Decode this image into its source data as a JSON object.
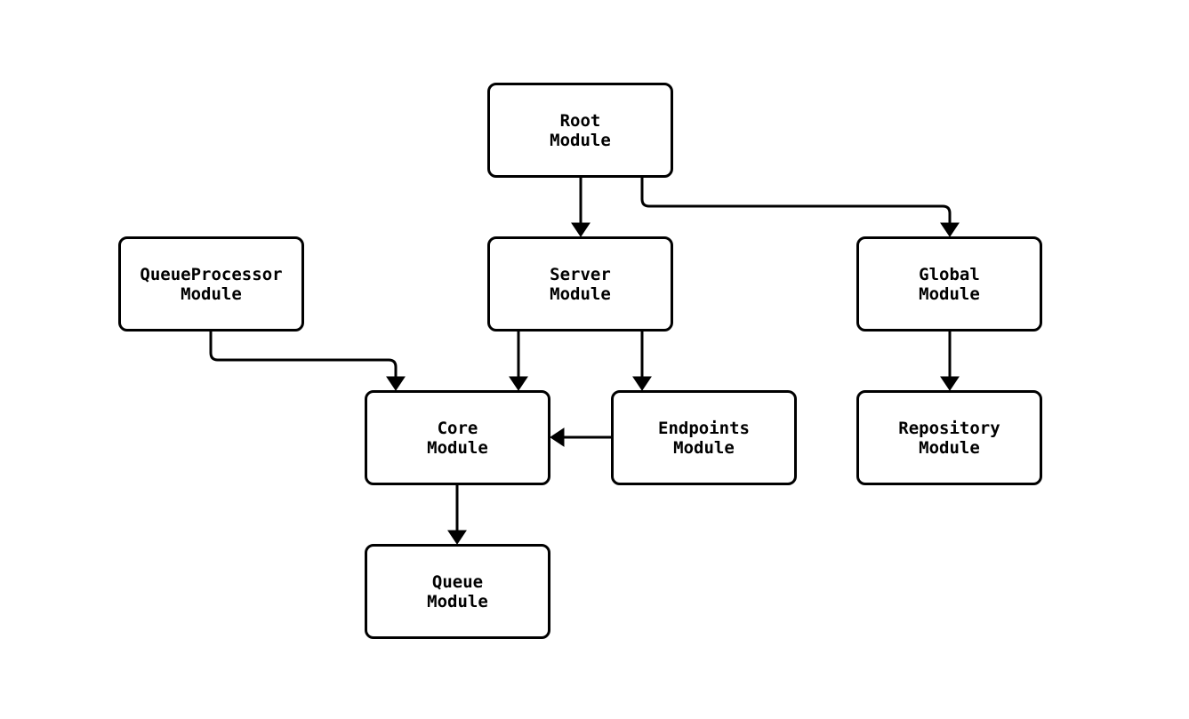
{
  "diagram": {
    "type": "module-dependency-flowchart",
    "colors": {
      "stroke": "#000000",
      "node_fill": "#ffffff",
      "background": "#ffffff",
      "text": "#000000"
    },
    "nodes": {
      "root": {
        "line1": "Root",
        "line2": "Module"
      },
      "queueprocessor": {
        "line1": "QueueProcessor",
        "line2": "Module"
      },
      "server": {
        "line1": "Server",
        "line2": "Module"
      },
      "global": {
        "line1": "Global",
        "line2": "Module"
      },
      "core": {
        "line1": "Core",
        "line2": "Module"
      },
      "endpoints": {
        "line1": "Endpoints",
        "line2": "Module"
      },
      "repository": {
        "line1": "Repository",
        "line2": "Module"
      },
      "queue": {
        "line1": "Queue",
        "line2": "Module"
      }
    },
    "edges": [
      {
        "from": "Root Module",
        "to": "Server Module"
      },
      {
        "from": "Root Module",
        "to": "Global Module"
      },
      {
        "from": "QueueProcessor Module",
        "to": "Core Module"
      },
      {
        "from": "Server Module",
        "to": "Core Module"
      },
      {
        "from": "Server Module",
        "to": "Endpoints Module"
      },
      {
        "from": "Endpoints Module",
        "to": "Core Module"
      },
      {
        "from": "Global Module",
        "to": "Repository Module"
      },
      {
        "from": "Core Module",
        "to": "Queue Module"
      }
    ]
  }
}
